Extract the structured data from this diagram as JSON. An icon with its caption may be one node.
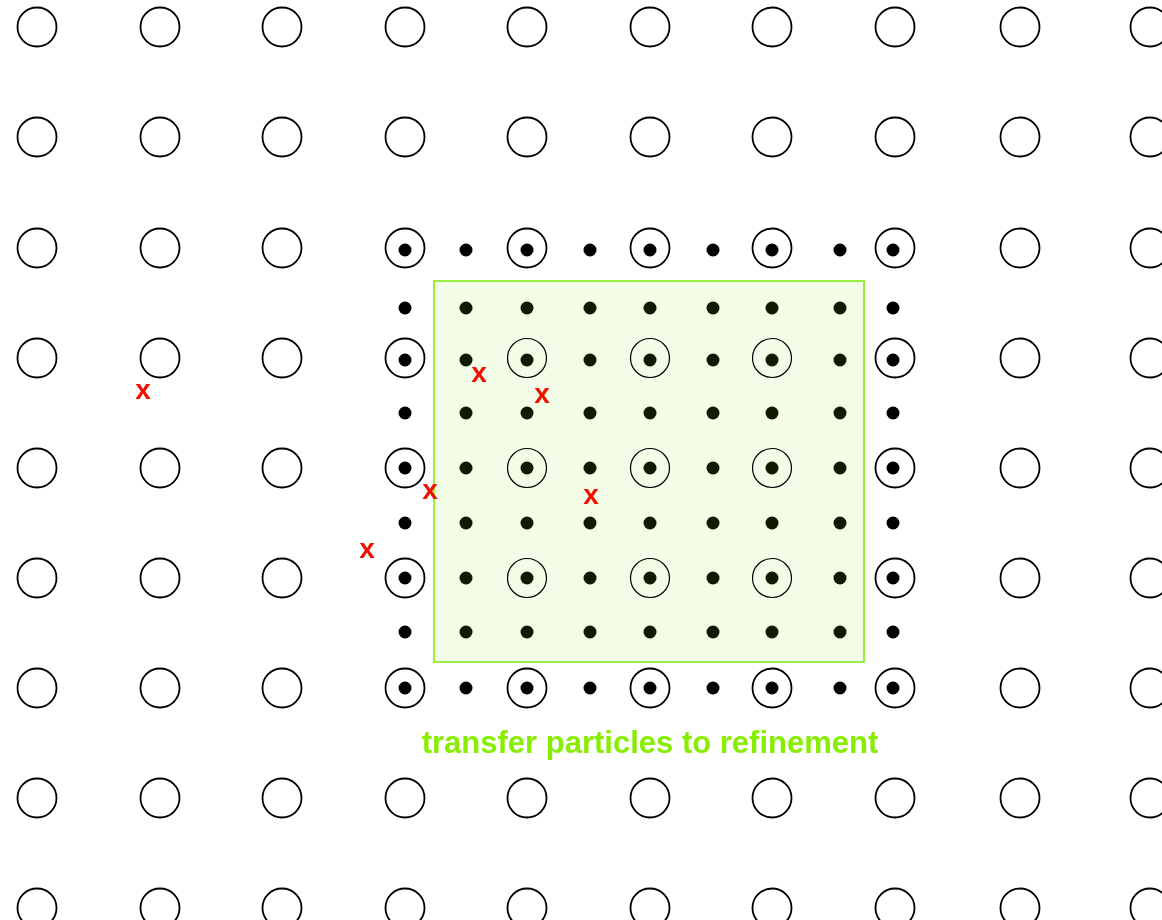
{
  "diagram": {
    "nodes": [
      {
        "text": [
          "transfer particles to refinement"
        ]
      }
    ],
    "edges": [],
    "labels": [
      "x",
      "x",
      "x",
      "x",
      "x",
      "x"
    ]
  }
}
